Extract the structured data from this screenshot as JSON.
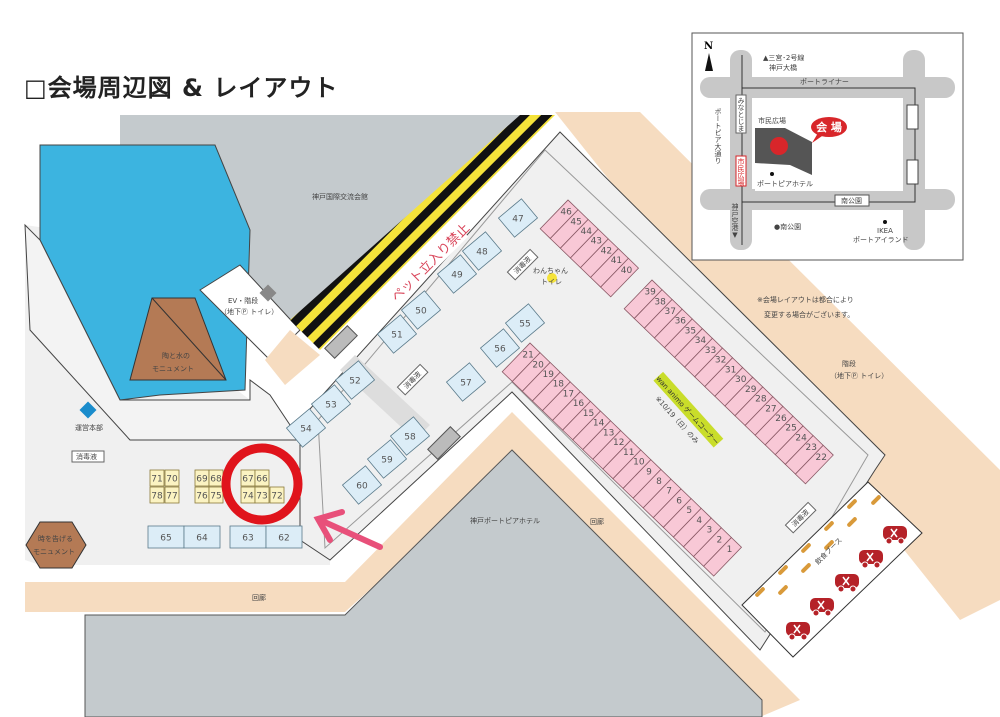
{
  "title": "□会場周辺図 & レイアウト",
  "labels": {
    "kokusai_koryu_kaikan": "神戸国際交流会館",
    "no_pets": "ペット立入り禁止",
    "ev_stairs": "EV・階段",
    "ev_sub": "（地下Ⓟ トイレ）",
    "monument_water": "陶と水の",
    "monument_water2": "モニュメント",
    "hq": "運営本部",
    "disinfectant": "消毒液",
    "dog_toilet1": "わんちゃん",
    "dog_toilet2": "トイレ",
    "game_corner": "wan animo ゲームコーナー",
    "game_note": "※10/19（日）のみ",
    "clock_monument1": "時を告げる",
    "clock_monument2": "モニュメント",
    "hotel": "神戸ポートピアホテル",
    "corridor": "回廊",
    "food_booth": "飲食ブース",
    "note1": "※会場レイアウトは都合により",
    "note2": "変更する場合がございます。",
    "stairs": "階段",
    "stairs_sub": "（地下Ⓟ トイレ）"
  },
  "minimap": {
    "north": "N",
    "sannomiya": "▲三宮･2号線",
    "kobe_bridge": "神戸大橋",
    "portliner": "ポートライナー",
    "minatojima": "みなとじま",
    "portopia_street": "ポートピア大通り",
    "shimin_hiroba_station": "市民広場",
    "shimin_hiroba": "市民広場",
    "venue": "会 場",
    "portopia_hotel": "ポートピアホテル",
    "minami_koen_station": "南公園",
    "minami_koen": "●南公園",
    "ikea": "IKEA",
    "port_island": "ポートアイランド",
    "kobe_airport": "神戸空港▼"
  },
  "stalls": {
    "pink_row_a": [
      "21",
      "20",
      "19",
      "18",
      "17",
      "16",
      "15",
      "14",
      "13",
      "12",
      "11",
      "10",
      "9",
      "8",
      "7",
      "6",
      "5",
      "4",
      "3",
      "2",
      "1"
    ],
    "pink_row_b": [
      "39",
      "38",
      "37",
      "36",
      "35",
      "34",
      "33",
      "32",
      "31",
      "30",
      "29",
      "28",
      "27",
      "26",
      "25",
      "24",
      "23",
      "22"
    ],
    "pink_row_c": [
      "46",
      "45",
      "44",
      "43",
      "42",
      "41",
      "40"
    ],
    "blue": [
      "47",
      "48",
      "49",
      "50",
      "51",
      "52",
      "53",
      "54",
      "55",
      "56",
      "57",
      "58",
      "59",
      "60",
      "65",
      "64",
      "63",
      "62"
    ],
    "yellow": [
      "71",
      "70",
      "78",
      "77",
      "69",
      "68",
      "76",
      "75",
      "67",
      "66",
      "74",
      "73",
      "72"
    ]
  },
  "colors": {
    "highlight": "#e0141c",
    "arrow": "#e8507a",
    "pink": "#f8c8d6",
    "blue": "#dcedf7",
    "yellow": "#fbf3c2"
  }
}
